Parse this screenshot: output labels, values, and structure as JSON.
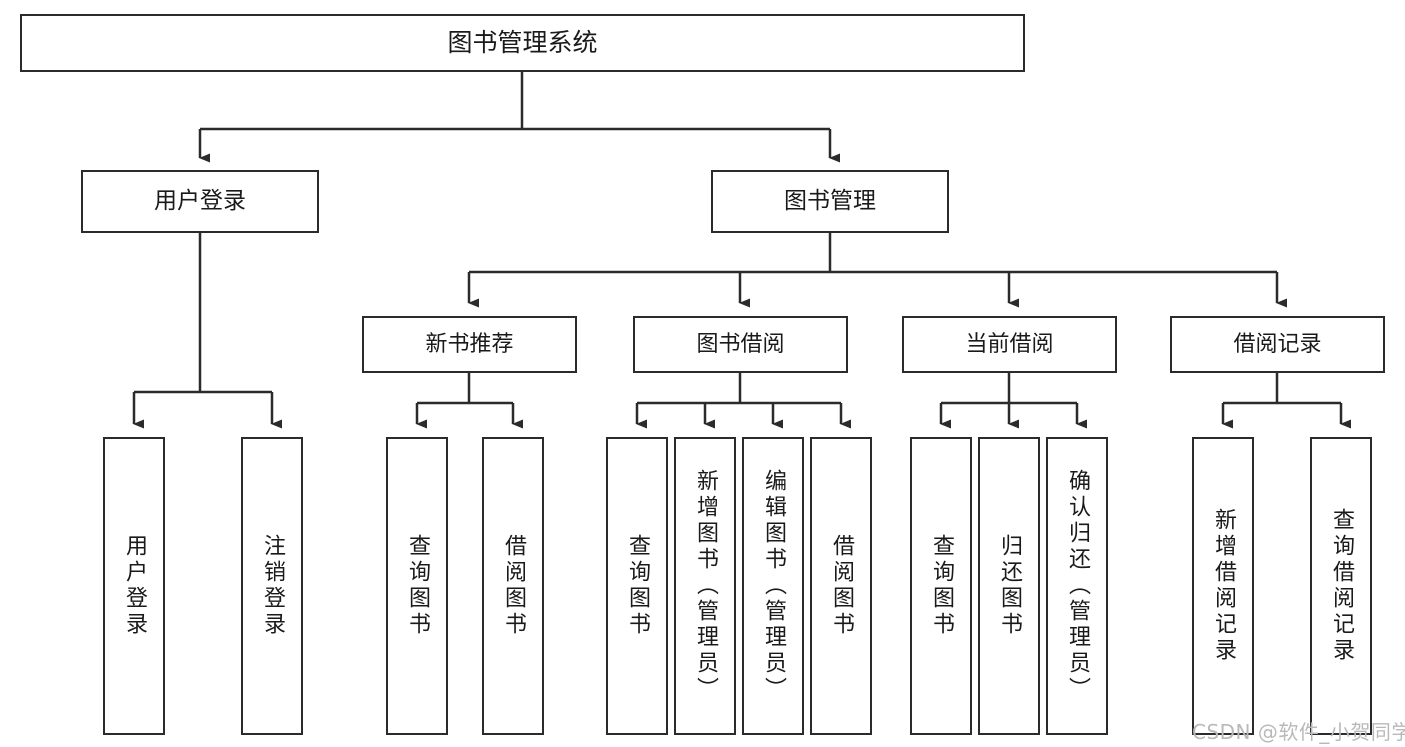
{
  "diagram": {
    "title": "图书管理系统",
    "watermark": "CSDN @软件_小贺同学",
    "colors": {
      "border": "#2b2b2b",
      "text": "#1a1a1a",
      "background": "#ffffff",
      "watermark": "#b9b9b9"
    },
    "root": {
      "label": "图书管理系统"
    },
    "level2": [
      {
        "label": "用户登录"
      },
      {
        "label": "图书管理"
      }
    ],
    "level3": [
      {
        "label": "新书推荐"
      },
      {
        "label": "图书借阅"
      },
      {
        "label": "当前借阅"
      },
      {
        "label": "借阅记录"
      }
    ],
    "leaves": [
      {
        "label": "用户登录"
      },
      {
        "label": "注销登录"
      },
      {
        "label": "查询图书"
      },
      {
        "label": "借阅图书"
      },
      {
        "label": "查询图书"
      },
      {
        "label": "新增图书（管理员）"
      },
      {
        "label": "编辑图书（管理员）"
      },
      {
        "label": "借阅图书"
      },
      {
        "label": "查询图书"
      },
      {
        "label": "归还图书"
      },
      {
        "label": "确认归还（管理员）"
      },
      {
        "label": "新增借阅记录"
      },
      {
        "label": "查询借阅记录"
      }
    ]
  }
}
